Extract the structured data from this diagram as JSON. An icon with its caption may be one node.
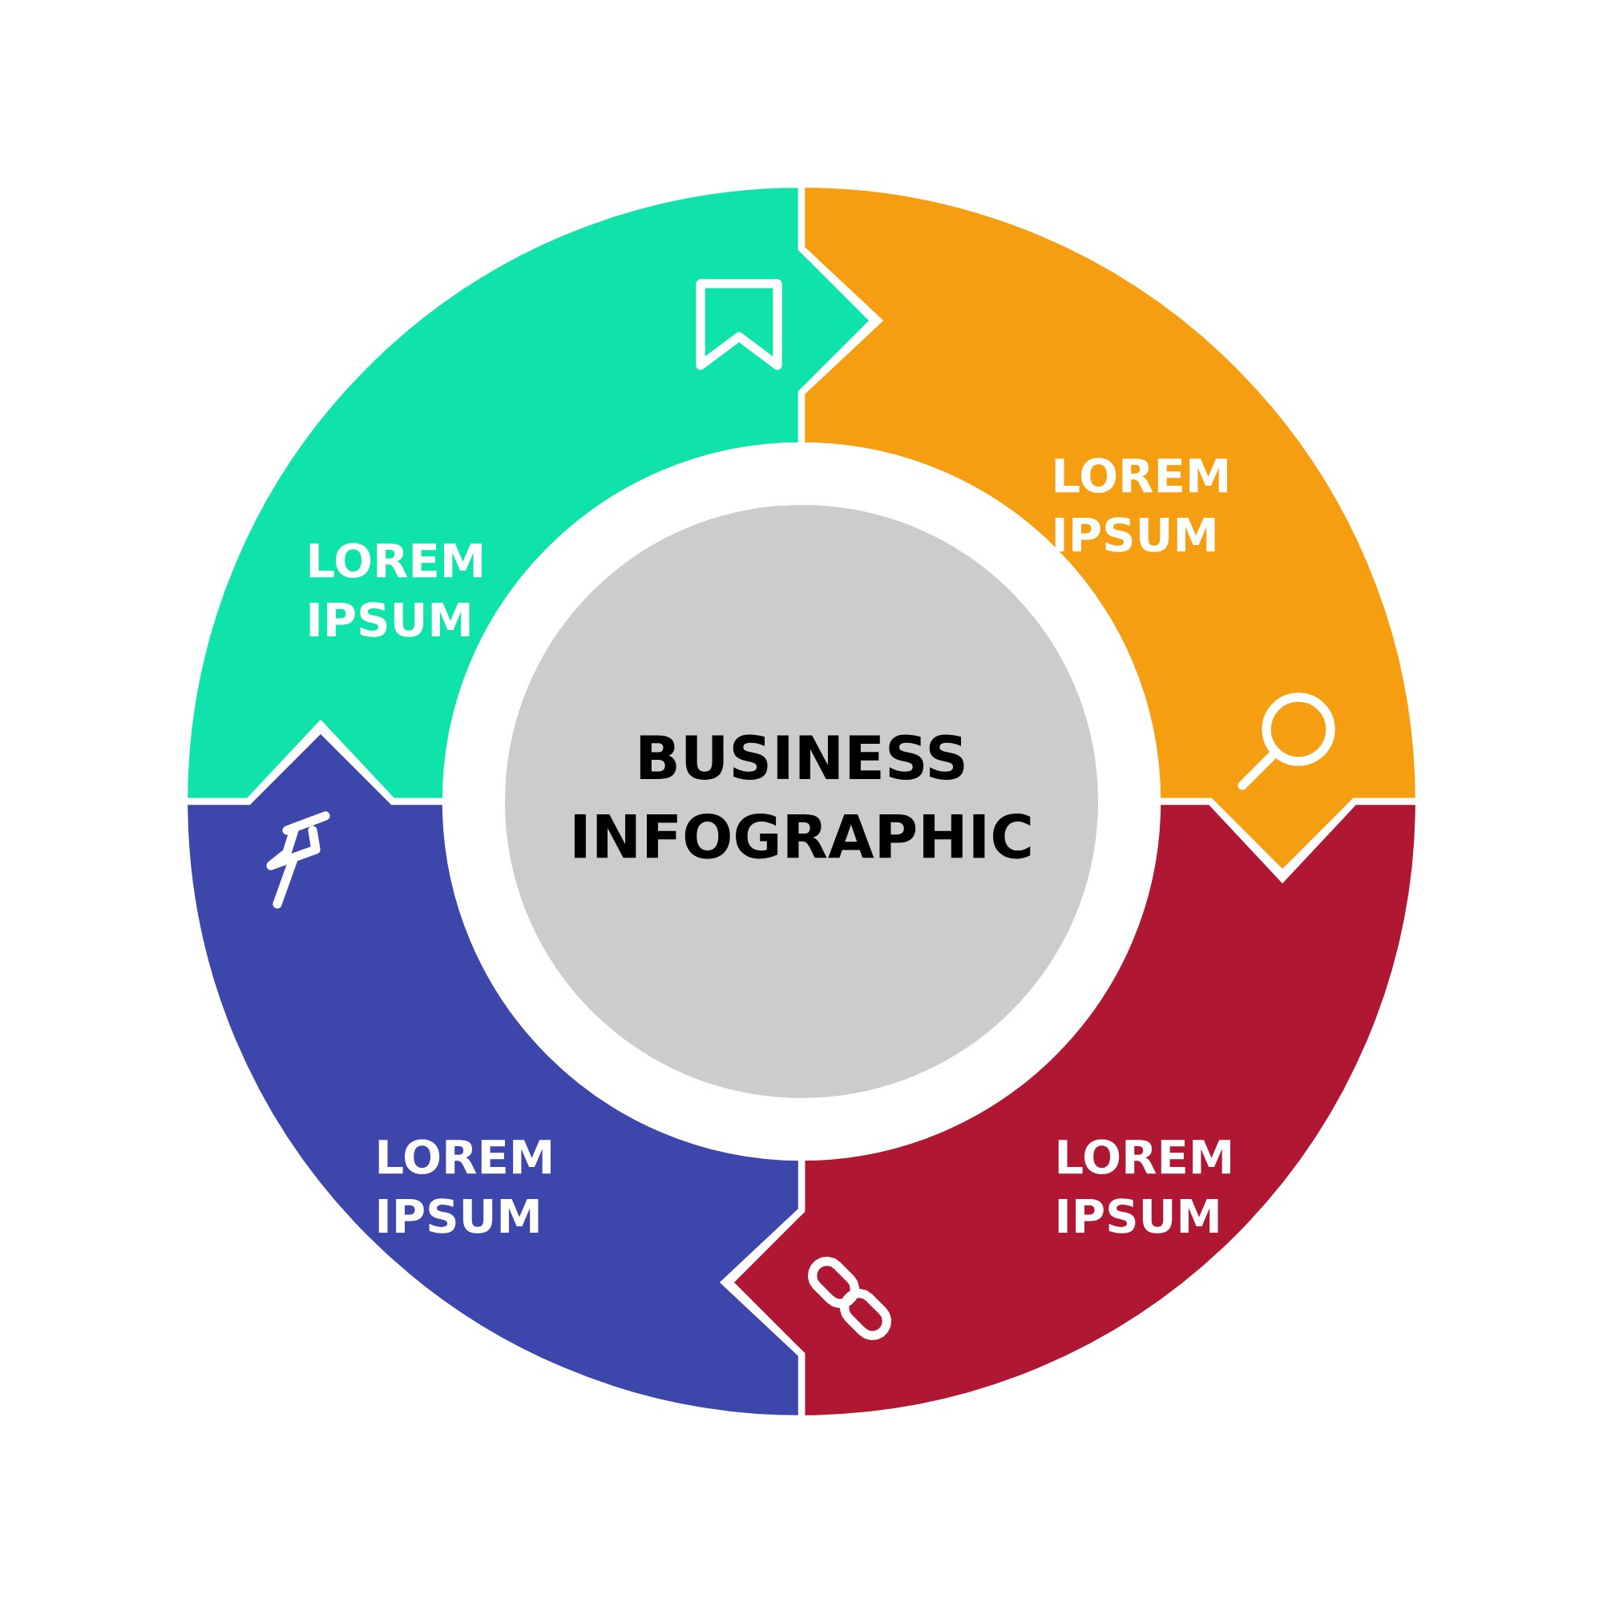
{
  "diagram": {
    "nodes": [
      {
        "text": [
          "LOREM IPSUM"
        ]
      },
      {
        "text": [
          "LOREM IPSUM"
        ]
      },
      {
        "text": [
          "LOREM IPSUM"
        ]
      },
      {
        "text": [
          "LOREM IPSUM"
        ]
      },
      {
        "text": [
          "BUSINESS INFOGRAPHIC"
        ]
      }
    ]
  }
}
